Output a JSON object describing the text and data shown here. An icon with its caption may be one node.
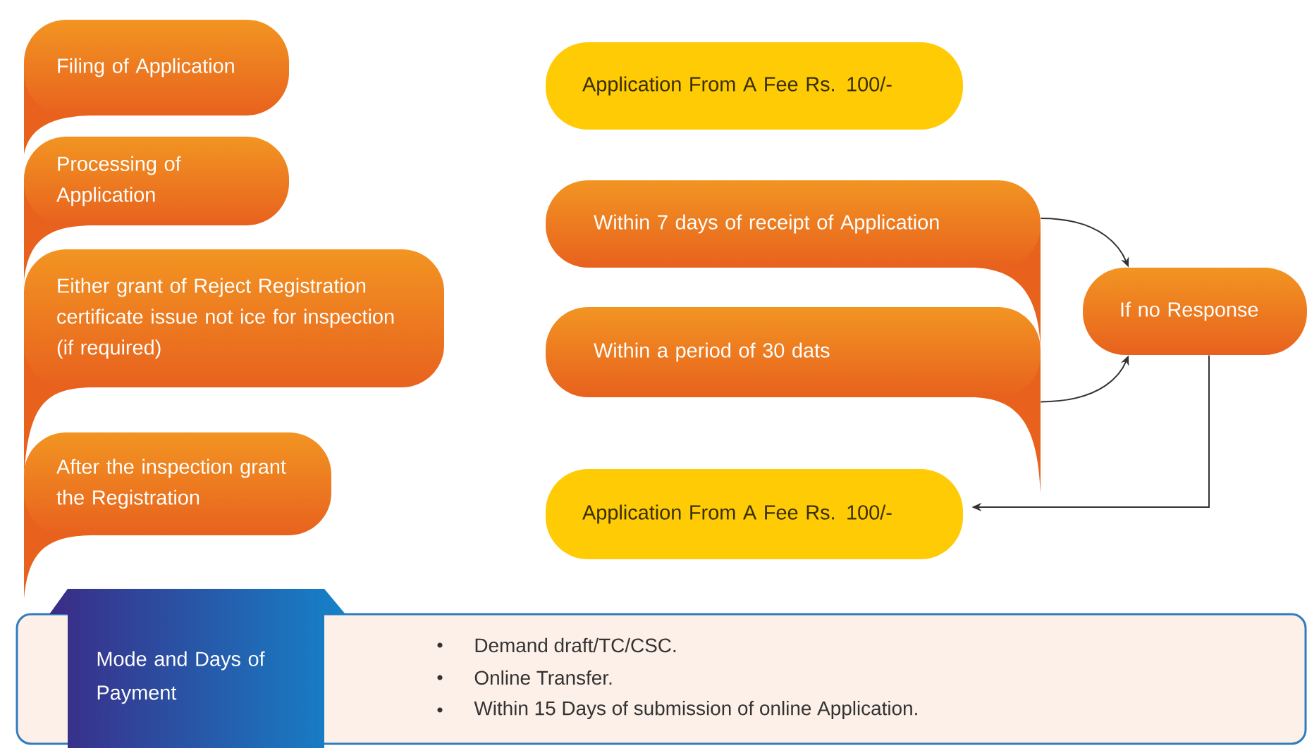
{
  "diagram": {
    "nodes": [
      {
        "text": [
          "Filing of Application"
        ]
      },
      {
        "text": [
          "Processing of Application"
        ]
      },
      {
        "text": [
          "Either grant of Reject Registration certificate issue not ice for inspection (if required)"
        ]
      },
      {
        "text": [
          "After the inspection grant the Registration"
        ]
      },
      {
        "text": [
          "Application From A Fee Rs. 100/-"
        ]
      },
      {
        "text": [
          "Within 7 days of receipt of Application"
        ]
      },
      {
        "text": [
          "Within a period of 30 dats"
        ]
      },
      {
        "text": [
          "If no Response"
        ]
      },
      {
        "text": [
          "Application From A Fee Rs. 100/-"
        ]
      },
      {
        "text": [
          "Mode and Days of Payment",
          "Demand draft/TC/CSC.",
          "Online Transfer.",
          "Within 15 Days of submission of online Application."
        ]
      }
    ],
    "edges": [
      {
        "from": 5,
        "to": 7,
        "arrow": "to"
      },
      {
        "from": 6,
        "to": 7,
        "arrow": "to"
      },
      {
        "from": 7,
        "to": 8,
        "arrow": "to"
      }
    ]
  }
}
